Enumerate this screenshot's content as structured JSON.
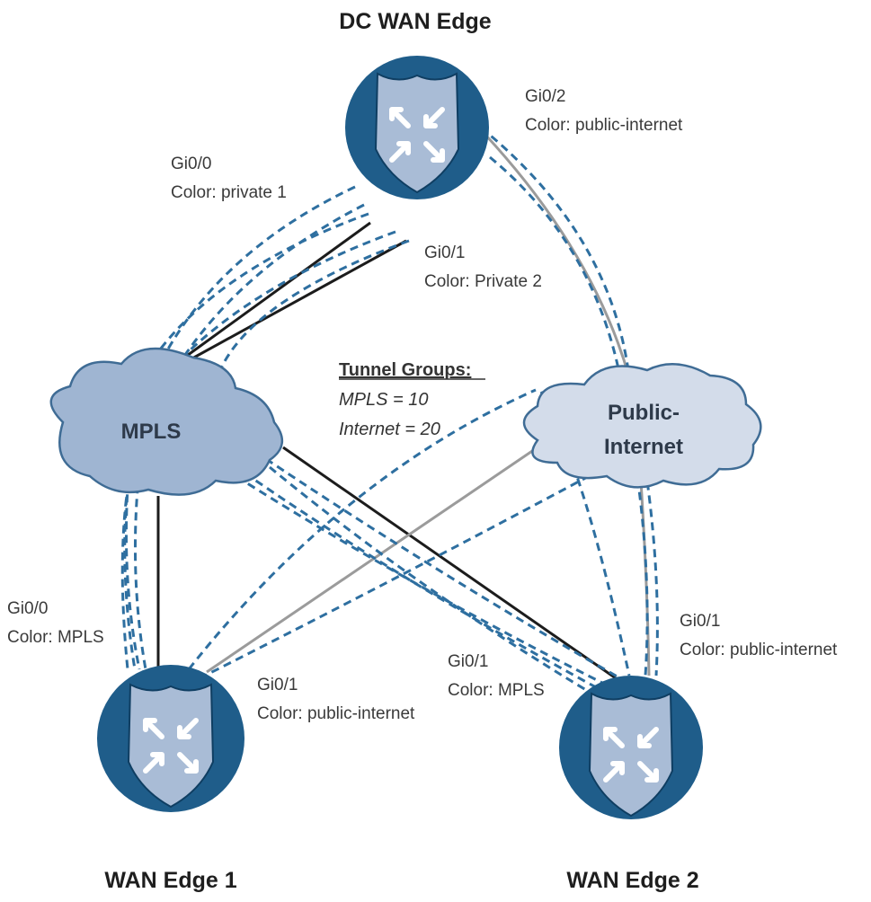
{
  "nodes": {
    "dc": {
      "title": "DC WAN Edge"
    },
    "edge1": {
      "title": "WAN Edge 1"
    },
    "edge2": {
      "title": "WAN Edge 2"
    }
  },
  "clouds": {
    "mpls": {
      "label": "MPLS"
    },
    "internet": {
      "label_line1": "Public-",
      "label_line2": "Internet"
    }
  },
  "interfaces": {
    "dc_gi00": {
      "iface": "Gi0/0",
      "color": "Color: private 1"
    },
    "dc_gi01": {
      "iface": "Gi0/1",
      "color": "Color: Private 2"
    },
    "dc_gi02": {
      "iface": "Gi0/2",
      "color": "Color: public-internet"
    },
    "e1_gi00": {
      "iface": "Gi0/0",
      "color": "Color: MPLS"
    },
    "e1_gi01": {
      "iface": "Gi0/1",
      "color": "Color: public-internet"
    },
    "e2_gi01_mpls": {
      "iface": "Gi0/1",
      "color": "Color: MPLS"
    },
    "e2_gi01_inet": {
      "iface": "Gi0/1",
      "color": "Color: public-internet"
    }
  },
  "tunnel_groups": {
    "title": "Tunnel Groups:",
    "mpls": "MPLS = 10",
    "internet": "Internet = 20"
  },
  "colors": {
    "router_fill": "#1f5d8a",
    "shield_fill": "#a9bcd6",
    "cloud_mpls": "#9fb5d2",
    "cloud_internet": "#d3dcea",
    "tunnel_dash": "#2e6fa0",
    "mpls_link": "#1c1c1c",
    "internet_link": "#9b9b9b"
  }
}
